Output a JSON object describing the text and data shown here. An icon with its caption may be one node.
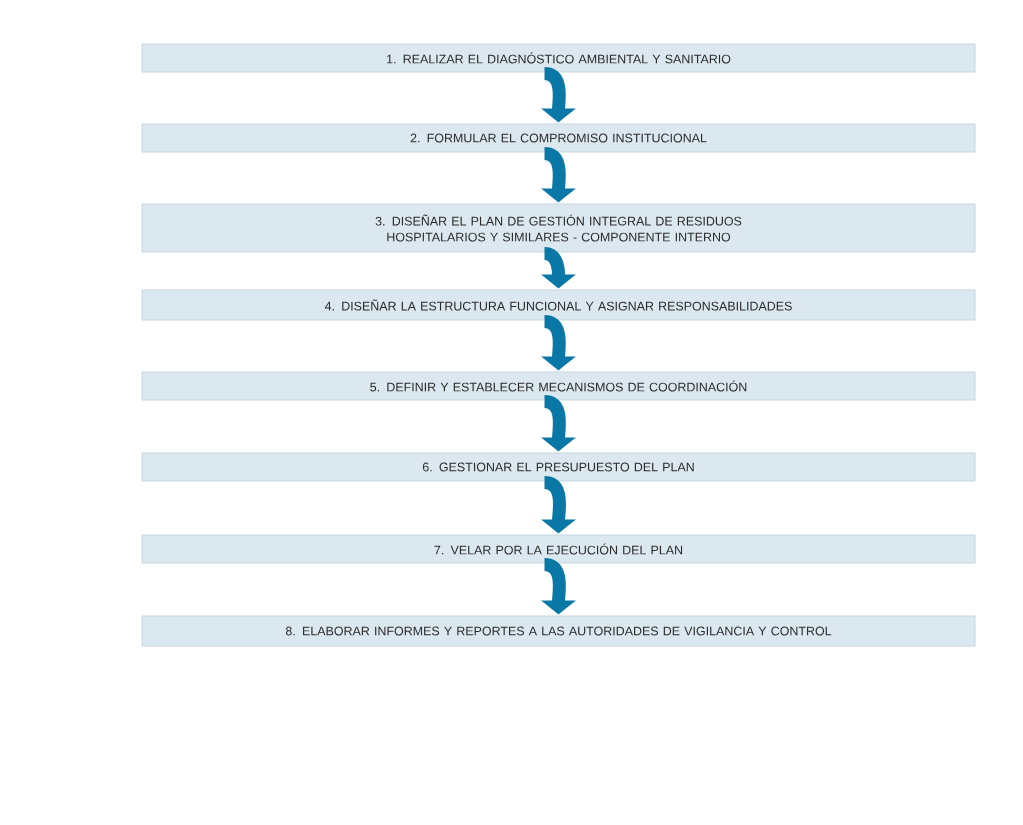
{
  "diagram": {
    "nodes": [
      {
        "text": [
          "1. REALIZAR EL DIAGNÓSTICO AMBIENTAL Y SANITARIO"
        ]
      },
      {
        "text": [
          "2. FORMULAR EL COMPROMISO INSTITUCIONAL"
        ]
      },
      {
        "text": [
          "3. DISEÑAR EL PLAN DE GESTIÓN INTEGRAL DE RESIDUOS HOSPITALARIOS Y SIMILARES - COMPONENTE INTERNO"
        ]
      },
      {
        "text": [
          "4. DISEÑAR LA ESTRUCTURA FUNCIONAL Y ASIGNAR RESPONSABILIDADES"
        ]
      },
      {
        "text": [
          "5. DEFINIR Y ESTABLECER MECANISMOS DE COORDINACIÓN"
        ]
      },
      {
        "text": [
          "6. GESTIONAR EL PRESUPUESTO DEL PLAN"
        ]
      },
      {
        "text": [
          "7. VELAR POR LA EJECUCIÓN DEL PLAN"
        ]
      },
      {
        "text": [
          "8. ELABORAR INFORMES Y REPORTES A LAS AUTORIDADES DE VIGILANCIA Y CONTROL"
        ]
      }
    ],
    "edges": [
      {
        "from": 0,
        "to": 1,
        "arrow": "to"
      },
      {
        "from": 1,
        "to": 2,
        "arrow": "to"
      },
      {
        "from": 2,
        "to": 3,
        "arrow": "to"
      },
      {
        "from": 3,
        "to": 4,
        "arrow": "to"
      },
      {
        "from": 4,
        "to": 5,
        "arrow": "to"
      },
      {
        "from": 5,
        "to": 6,
        "arrow": "to"
      },
      {
        "from": 6,
        "to": 7,
        "arrow": "to"
      }
    ]
  }
}
